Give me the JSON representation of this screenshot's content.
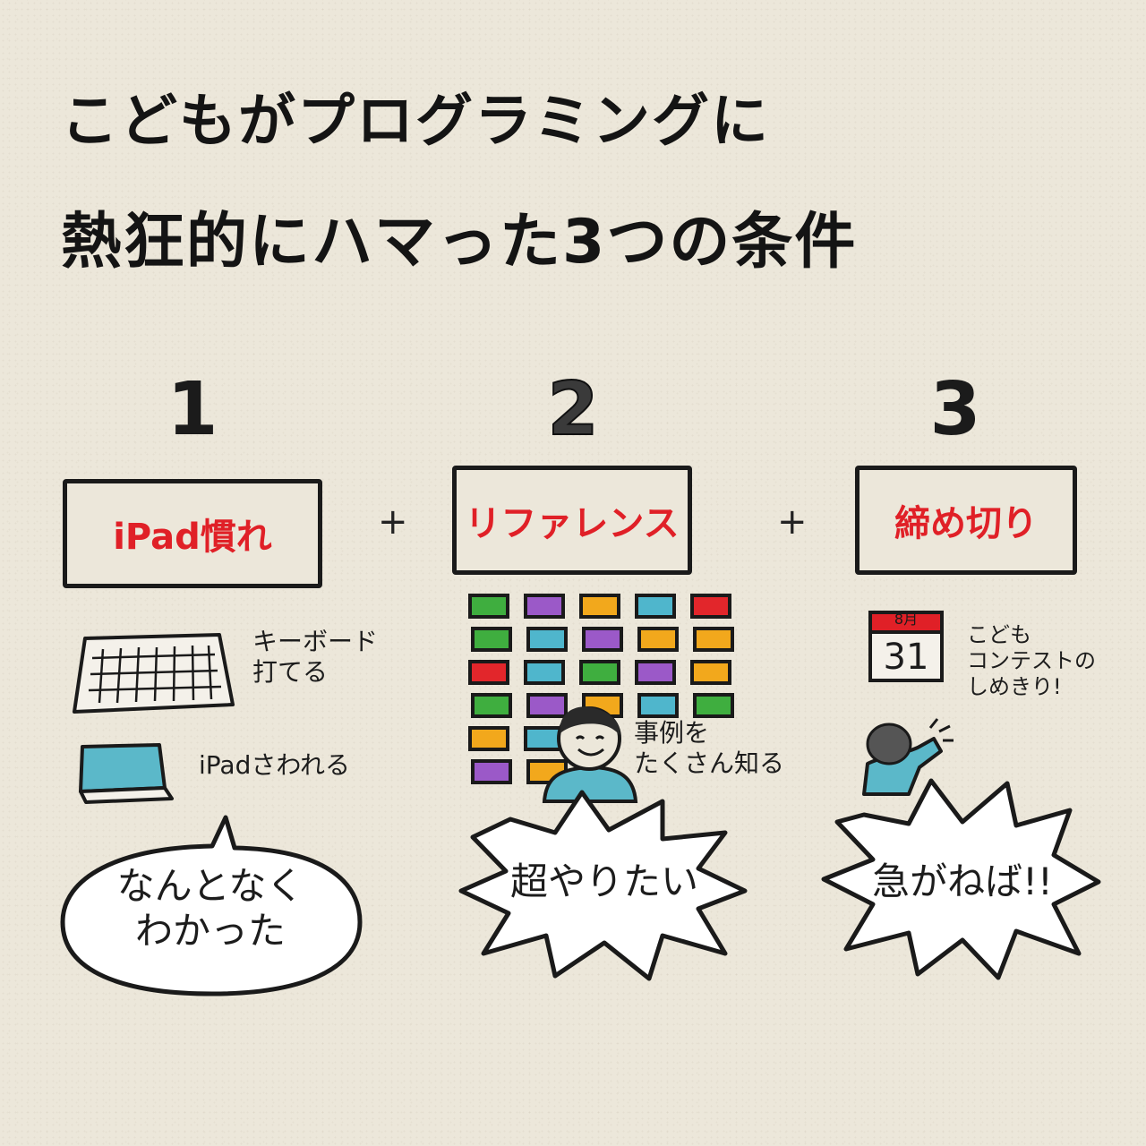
{
  "title": {
    "line1": "こどもがプログラミングに",
    "line2": "熱狂的にハマった3つの条件"
  },
  "conditions": [
    {
      "number": "1",
      "label": "iPad慣れ",
      "note_keyboard": "キーボード\n打てる",
      "note_ipad": "iPadさわれる",
      "bubble": "なんとなく\nわかった"
    },
    {
      "number": "2",
      "label": "リファレンス",
      "note": "事例を\nたくさん知る",
      "bubble": "超やりたい"
    },
    {
      "number": "3",
      "label": "締め切り",
      "calendar_month": "8月",
      "calendar_day": "31",
      "note": "こども\nコンテストの\nしめきり!",
      "bubble": "急がねば!!"
    }
  ],
  "plus": "+",
  "colors": {
    "accent_red": "#e02027",
    "ink": "#1a1a1a",
    "paper": "#ece7da",
    "screen": "#5bb8c9"
  }
}
